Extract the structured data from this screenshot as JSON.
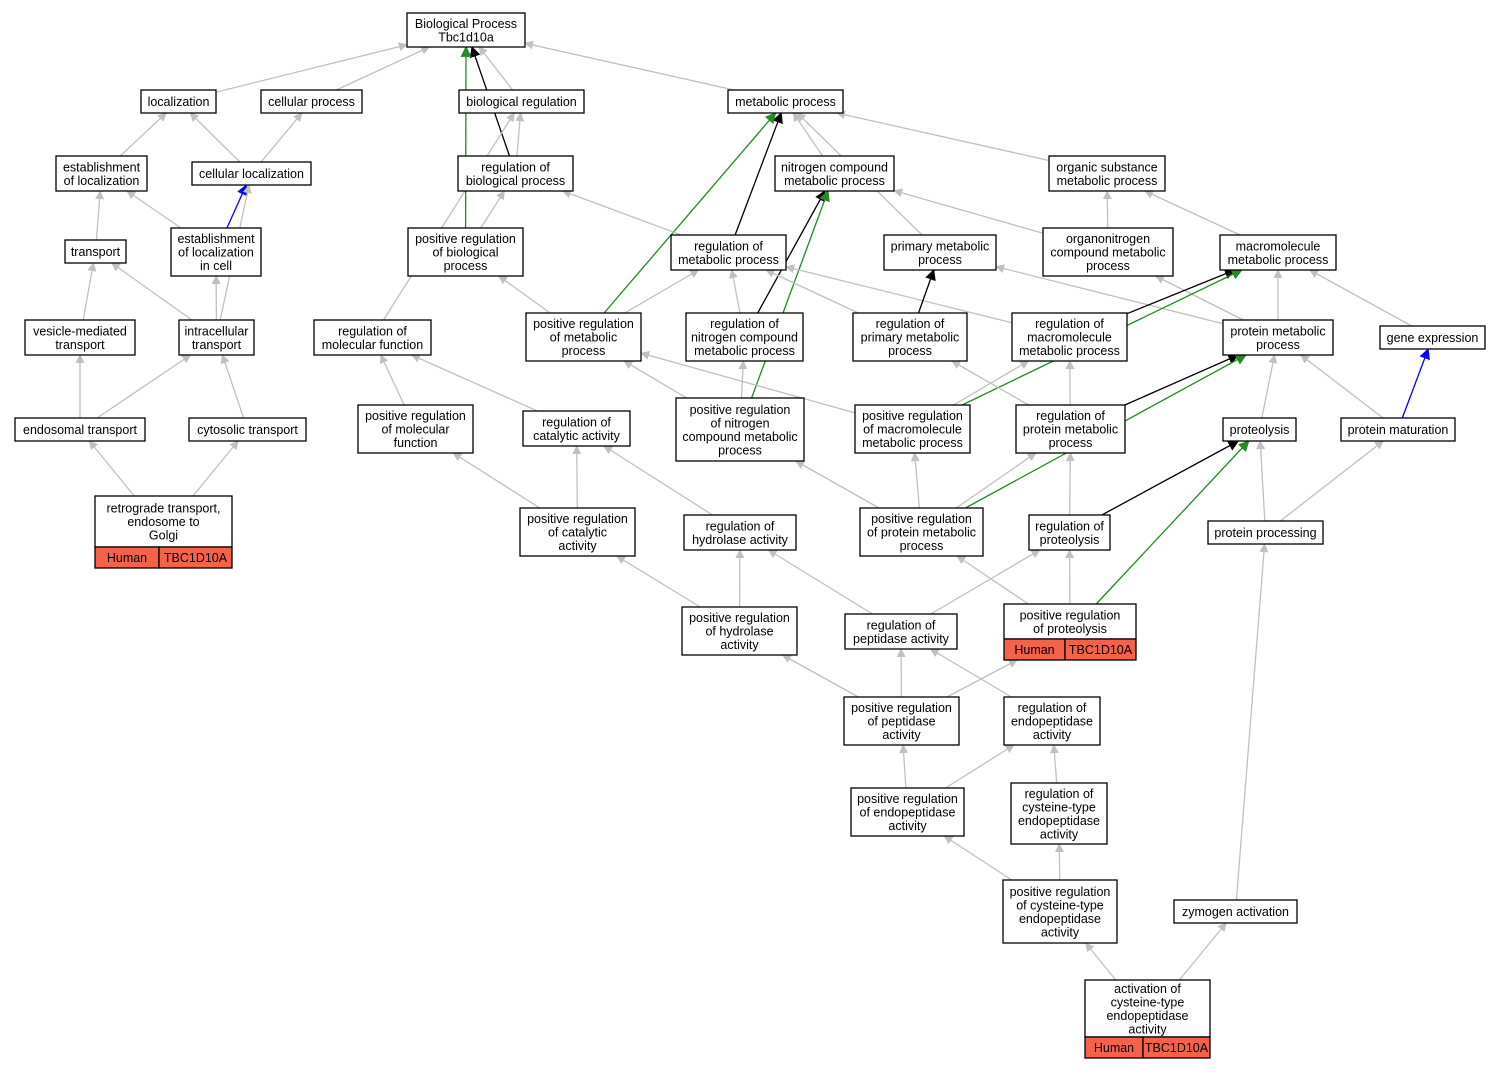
{
  "colors": {
    "is_a": "#c0c0c0",
    "regulates": "#000000",
    "positively_regulates": "#228b22",
    "part_of": "#0000ff",
    "annotation_fill": "#f4624a"
  },
  "nodes": [
    {
      "id": "bp",
      "lines": [
        "Biological Process",
        "Tbc1d10a"
      ]
    },
    {
      "id": "loc",
      "lines": [
        "localization"
      ]
    },
    {
      "id": "cp",
      "lines": [
        "cellular process"
      ]
    },
    {
      "id": "br",
      "lines": [
        "biological regulation"
      ]
    },
    {
      "id": "mp",
      "lines": [
        "metabolic process"
      ]
    },
    {
      "id": "eol",
      "lines": [
        "establishment",
        "of localization"
      ]
    },
    {
      "id": "cl",
      "lines": [
        "cellular localization"
      ]
    },
    {
      "id": "rbp",
      "lines": [
        "regulation of",
        "biological process"
      ]
    },
    {
      "id": "ncmp",
      "lines": [
        "nitrogen compound",
        "metabolic process"
      ]
    },
    {
      "id": "osmp",
      "lines": [
        "organic substance",
        "metabolic process"
      ]
    },
    {
      "id": "tr",
      "lines": [
        "transport"
      ]
    },
    {
      "id": "eolc",
      "lines": [
        "establishment",
        "of localization",
        "in cell"
      ]
    },
    {
      "id": "prbp",
      "lines": [
        "positive regulation",
        "of biological",
        "process"
      ]
    },
    {
      "id": "rmp",
      "lines": [
        "regulation of",
        "metabolic process"
      ]
    },
    {
      "id": "pmp",
      "lines": [
        "primary metabolic",
        "process"
      ]
    },
    {
      "id": "oncmp",
      "lines": [
        "organonitrogen",
        "compound metabolic",
        "process"
      ]
    },
    {
      "id": "mmp",
      "lines": [
        "macromolecule",
        "metabolic process"
      ]
    },
    {
      "id": "vmt",
      "lines": [
        "vesicle-mediated",
        "transport"
      ]
    },
    {
      "id": "it",
      "lines": [
        "intracellular",
        "transport"
      ]
    },
    {
      "id": "rmf",
      "lines": [
        "regulation of",
        "molecular function"
      ]
    },
    {
      "id": "prmp",
      "lines": [
        "positive regulation",
        "of metabolic",
        "process"
      ]
    },
    {
      "id": "rncmp",
      "lines": [
        "regulation of",
        "nitrogen compound",
        "metabolic process"
      ]
    },
    {
      "id": "rpmp",
      "lines": [
        "regulation of",
        "primary metabolic",
        "process"
      ]
    },
    {
      "id": "rmmp",
      "lines": [
        "regulation of",
        "macromolecule",
        "metabolic process"
      ]
    },
    {
      "id": "protmp",
      "lines": [
        "protein metabolic",
        "process"
      ]
    },
    {
      "id": "ge",
      "lines": [
        "gene expression"
      ]
    },
    {
      "id": "endt",
      "lines": [
        "endosomal transport"
      ]
    },
    {
      "id": "cytt",
      "lines": [
        "cytosolic transport"
      ]
    },
    {
      "id": "prmf",
      "lines": [
        "positive regulation",
        "of molecular",
        "function"
      ]
    },
    {
      "id": "rca",
      "lines": [
        "regulation of",
        "catalytic activity"
      ]
    },
    {
      "id": "prncmp",
      "lines": [
        "positive regulation",
        "of nitrogen",
        "compound metabolic",
        "process"
      ]
    },
    {
      "id": "prmmp",
      "lines": [
        "positive regulation",
        "of macromolecule",
        "metabolic process"
      ]
    },
    {
      "id": "rprotmp",
      "lines": [
        "regulation of",
        "protein metabolic",
        "process"
      ]
    },
    {
      "id": "prot",
      "lines": [
        "proteolysis"
      ]
    },
    {
      "id": "pmat",
      "lines": [
        "protein maturation"
      ]
    },
    {
      "id": "rteg",
      "lines": [
        "retrograde transport,",
        "endosome to",
        "Golgi"
      ],
      "annotation": [
        "Human",
        "TBC1D10A"
      ]
    },
    {
      "id": "prca",
      "lines": [
        "positive regulation",
        "of catalytic",
        "activity"
      ]
    },
    {
      "id": "rha",
      "lines": [
        "regulation of",
        "hydrolase activity"
      ]
    },
    {
      "id": "prprotmp",
      "lines": [
        "positive regulation",
        "of protein metabolic",
        "process"
      ]
    },
    {
      "id": "rprot",
      "lines": [
        "regulation of",
        "proteolysis"
      ]
    },
    {
      "id": "pproc",
      "lines": [
        "protein processing"
      ]
    },
    {
      "id": "prha",
      "lines": [
        "positive regulation",
        "of hydrolase",
        "activity"
      ]
    },
    {
      "id": "rpa",
      "lines": [
        "regulation of",
        "peptidase activity"
      ]
    },
    {
      "id": "prprot",
      "lines": [
        "positive regulation",
        "of proteolysis"
      ],
      "annotation": [
        "Human",
        "TBC1D10A"
      ]
    },
    {
      "id": "prpa",
      "lines": [
        "positive regulation",
        "of peptidase",
        "activity"
      ]
    },
    {
      "id": "rea",
      "lines": [
        "regulation of",
        "endopeptidase",
        "activity"
      ]
    },
    {
      "id": "prea",
      "lines": [
        "positive regulation",
        "of endopeptidase",
        "activity"
      ]
    },
    {
      "id": "rctea",
      "lines": [
        "regulation of",
        "cysteine-type",
        "endopeptidase",
        "activity"
      ]
    },
    {
      "id": "prctea",
      "lines": [
        "positive regulation",
        "of cysteine-type",
        "endopeptidase",
        "activity"
      ]
    },
    {
      "id": "za",
      "lines": [
        "zymogen activation"
      ]
    },
    {
      "id": "actea",
      "lines": [
        "activation of",
        "cysteine-type",
        "endopeptidase",
        "activity"
      ],
      "annotation": [
        "Human",
        "TBC1D10A"
      ]
    }
  ],
  "edges": [
    {
      "from": "loc",
      "to": "bp",
      "type": "is_a"
    },
    {
      "from": "cp",
      "to": "bp",
      "type": "is_a"
    },
    {
      "from": "br",
      "to": "bp",
      "type": "is_a"
    },
    {
      "from": "mp",
      "to": "bp",
      "type": "is_a"
    },
    {
      "from": "rbp",
      "to": "bp",
      "type": "regulates"
    },
    {
      "from": "prbp",
      "to": "bp",
      "type": "positively_regulates"
    },
    {
      "from": "eol",
      "to": "loc",
      "type": "is_a"
    },
    {
      "from": "cl",
      "to": "loc",
      "type": "is_a"
    },
    {
      "from": "cl",
      "to": "cp",
      "type": "is_a"
    },
    {
      "from": "rbp",
      "to": "br",
      "type": "is_a"
    },
    {
      "from": "rmf",
      "to": "br",
      "type": "is_a"
    },
    {
      "from": "ncmp",
      "to": "mp",
      "type": "is_a"
    },
    {
      "from": "osmp",
      "to": "mp",
      "type": "is_a"
    },
    {
      "from": "pmp",
      "to": "mp",
      "type": "is_a"
    },
    {
      "from": "rmp",
      "to": "mp",
      "type": "regulates"
    },
    {
      "from": "prmp",
      "to": "mp",
      "type": "positively_regulates"
    },
    {
      "from": "tr",
      "to": "eol",
      "type": "is_a"
    },
    {
      "from": "eolc",
      "to": "eol",
      "type": "is_a"
    },
    {
      "from": "eolc",
      "to": "cl",
      "type": "part_of"
    },
    {
      "from": "it",
      "to": "cl",
      "type": "is_a"
    },
    {
      "from": "prbp",
      "to": "rbp",
      "type": "is_a"
    },
    {
      "from": "rmp",
      "to": "rbp",
      "type": "is_a"
    },
    {
      "from": "oncmp",
      "to": "ncmp",
      "type": "is_a"
    },
    {
      "from": "rncmp",
      "to": "ncmp",
      "type": "regulates"
    },
    {
      "from": "prncmp",
      "to": "ncmp",
      "type": "positively_regulates"
    },
    {
      "from": "oncmp",
      "to": "osmp",
      "type": "is_a"
    },
    {
      "from": "mmp",
      "to": "osmp",
      "type": "is_a"
    },
    {
      "from": "vmt",
      "to": "tr",
      "type": "is_a"
    },
    {
      "from": "it",
      "to": "tr",
      "type": "is_a"
    },
    {
      "from": "it",
      "to": "eolc",
      "type": "is_a"
    },
    {
      "from": "prmp",
      "to": "prbp",
      "type": "is_a"
    },
    {
      "from": "prmp",
      "to": "rmp",
      "type": "is_a"
    },
    {
      "from": "rncmp",
      "to": "rmp",
      "type": "is_a"
    },
    {
      "from": "rpmp",
      "to": "rmp",
      "type": "is_a"
    },
    {
      "from": "rmmp",
      "to": "rmp",
      "type": "is_a"
    },
    {
      "from": "protmp",
      "to": "pmp",
      "type": "is_a"
    },
    {
      "from": "rpmp",
      "to": "pmp",
      "type": "regulates"
    },
    {
      "from": "protmp",
      "to": "oncmp",
      "type": "is_a"
    },
    {
      "from": "protmp",
      "to": "mmp",
      "type": "is_a"
    },
    {
      "from": "ge",
      "to": "mmp",
      "type": "is_a"
    },
    {
      "from": "rmmp",
      "to": "mmp",
      "type": "regulates"
    },
    {
      "from": "prmmp",
      "to": "mmp",
      "type": "positively_regulates"
    },
    {
      "from": "endt",
      "to": "vmt",
      "type": "is_a"
    },
    {
      "from": "endt",
      "to": "it",
      "type": "is_a"
    },
    {
      "from": "cytt",
      "to": "it",
      "type": "is_a"
    },
    {
      "from": "prmf",
      "to": "rmf",
      "type": "is_a"
    },
    {
      "from": "rca",
      "to": "rmf",
      "type": "is_a"
    },
    {
      "from": "prncmp",
      "to": "prmp",
      "type": "is_a"
    },
    {
      "from": "prmmp",
      "to": "prmp",
      "type": "is_a"
    },
    {
      "from": "prncmp",
      "to": "rncmp",
      "type": "is_a"
    },
    {
      "from": "prmmp",
      "to": "rmmp",
      "type": "is_a"
    },
    {
      "from": "rprotmp",
      "to": "rpmp",
      "type": "is_a"
    },
    {
      "from": "rprotmp",
      "to": "rmmp",
      "type": "is_a"
    },
    {
      "from": "prot",
      "to": "protmp",
      "type": "is_a"
    },
    {
      "from": "pmat",
      "to": "protmp",
      "type": "is_a"
    },
    {
      "from": "rprotmp",
      "to": "protmp",
      "type": "regulates"
    },
    {
      "from": "prprotmp",
      "to": "protmp",
      "type": "positively_regulates"
    },
    {
      "from": "pmat",
      "to": "ge",
      "type": "part_of"
    },
    {
      "from": "rteg",
      "to": "endt",
      "type": "is_a"
    },
    {
      "from": "rteg",
      "to": "cytt",
      "type": "is_a"
    },
    {
      "from": "prca",
      "to": "prmf",
      "type": "is_a"
    },
    {
      "from": "prca",
      "to": "rca",
      "type": "is_a"
    },
    {
      "from": "rha",
      "to": "rca",
      "type": "is_a"
    },
    {
      "from": "prprotmp",
      "to": "prncmp",
      "type": "is_a"
    },
    {
      "from": "prprotmp",
      "to": "prmmp",
      "type": "is_a"
    },
    {
      "from": "prprotmp",
      "to": "rprotmp",
      "type": "is_a"
    },
    {
      "from": "rprot",
      "to": "rprotmp",
      "type": "is_a"
    },
    {
      "from": "pproc",
      "to": "prot",
      "type": "is_a"
    },
    {
      "from": "pproc",
      "to": "pmat",
      "type": "is_a"
    },
    {
      "from": "rprot",
      "to": "prot",
      "type": "regulates"
    },
    {
      "from": "prprot",
      "to": "prot",
      "type": "positively_regulates"
    },
    {
      "from": "prha",
      "to": "prca",
      "type": "is_a"
    },
    {
      "from": "prha",
      "to": "rha",
      "type": "is_a"
    },
    {
      "from": "rpa",
      "to": "rha",
      "type": "is_a"
    },
    {
      "from": "prprot",
      "to": "prprotmp",
      "type": "is_a"
    },
    {
      "from": "prprot",
      "to": "rprot",
      "type": "is_a"
    },
    {
      "from": "rpa",
      "to": "rprot",
      "type": "is_a"
    },
    {
      "from": "prpa",
      "to": "prha",
      "type": "is_a"
    },
    {
      "from": "prpa",
      "to": "rpa",
      "type": "is_a"
    },
    {
      "from": "prpa",
      "to": "prprot",
      "type": "is_a"
    },
    {
      "from": "rea",
      "to": "rpa",
      "type": "is_a"
    },
    {
      "from": "prea",
      "to": "prpa",
      "type": "is_a"
    },
    {
      "from": "prea",
      "to": "rea",
      "type": "is_a"
    },
    {
      "from": "rctea",
      "to": "rea",
      "type": "is_a"
    },
    {
      "from": "prctea",
      "to": "prea",
      "type": "is_a"
    },
    {
      "from": "prctea",
      "to": "rctea",
      "type": "is_a"
    },
    {
      "from": "za",
      "to": "pproc",
      "type": "is_a"
    },
    {
      "from": "actea",
      "to": "prctea",
      "type": "is_a"
    },
    {
      "from": "actea",
      "to": "za",
      "type": "is_a"
    }
  ]
}
